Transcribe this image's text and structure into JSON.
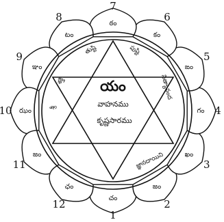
{
  "diagram": {
    "center": {
      "bija": "యం",
      "line1": "వాహనము",
      "line2": "కృష్ణసారము"
    },
    "petals": [
      {
        "number": "1",
        "syllable": "చం"
      },
      {
        "number": "2",
        "syllable": "జం"
      },
      {
        "number": "3",
        "syllable": "ఖం"
      },
      {
        "number": "4",
        "syllable": "గం"
      },
      {
        "number": "5",
        "syllable": "ఙం"
      },
      {
        "number": "6",
        "syllable": "కం"
      },
      {
        "number": "7",
        "syllable": "ఠం"
      },
      {
        "number": "8",
        "syllable": "టం"
      },
      {
        "number": "9",
        "syllable": "ఞం"
      },
      {
        "number": "10",
        "syllable": "ఝం"
      },
      {
        "number": "11",
        "syllable": "జం"
      },
      {
        "number": "12",
        "syllable": "ఛం"
      }
    ],
    "triangle_labels": [
      {
        "text": "తుష్టి"
      },
      {
        "text": "పుష్టి"
      },
      {
        "text": "నిత్యానంద"
      },
      {
        "text": "జ్ఞానదాయిని"
      },
      {
        "text": "శక్తి"
      },
      {
        "text": "శ్రీ"
      }
    ]
  }
}
